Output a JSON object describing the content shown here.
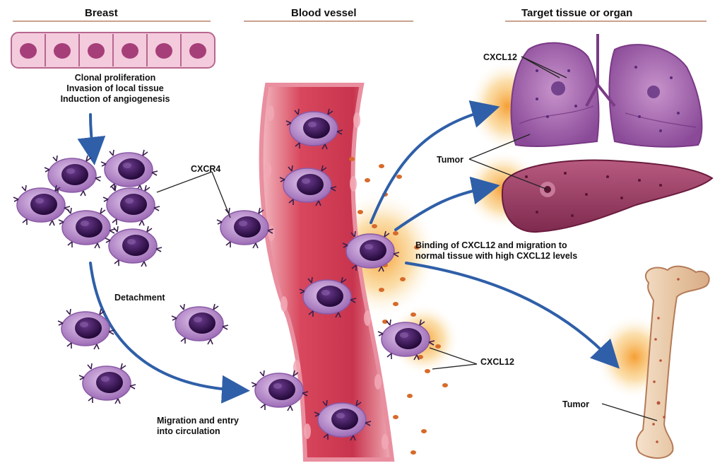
{
  "columns": {
    "breast": "Breast",
    "blood_vessel": "Blood vessel",
    "target": "Target tissue or organ"
  },
  "labels": {
    "proliferation": [
      "Clonal proliferation",
      "Invasion of local tissue",
      "Induction of angiogenesis"
    ],
    "cxcr4": "CXCR4",
    "detachment": "Detachment",
    "migration_entry": [
      "Migration and entry",
      "into circulation"
    ],
    "cxcl12_lung": "CXCL12",
    "tumor_organs": "Tumor",
    "binding": [
      "Binding of CXCL12 and migration to",
      "normal tissue with high CXCL12 levels"
    ],
    "cxcl12_vessel": "CXCL12",
    "tumor_bone": "Tumor"
  },
  "colors": {
    "cell_body": "#b889c9",
    "cell_nucleus": "#3a1458",
    "vessel": "#d64a5e",
    "arrow": "#2f5fa8",
    "lung": "#a865b0",
    "liver": "#9e3c64",
    "bone": "#ecd3b8",
    "glow": "#f7a23a",
    "chemokine_dot": "#d76a2a"
  }
}
